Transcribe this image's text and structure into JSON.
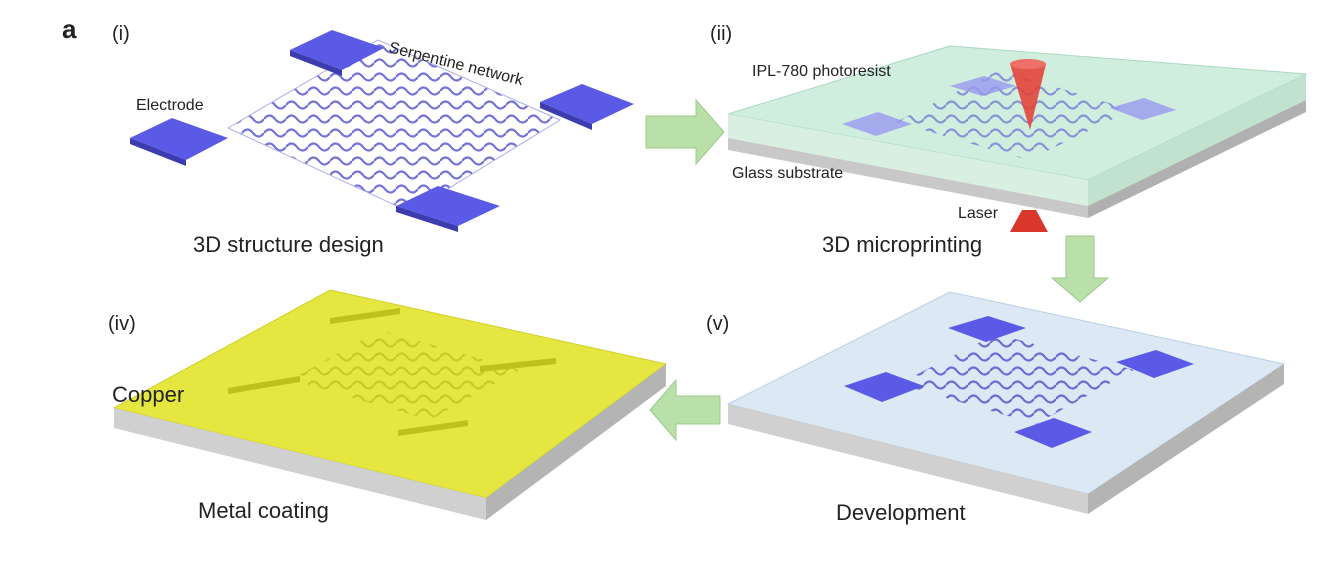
{
  "figure": {
    "panel_letter": "a",
    "steps": [
      {
        "id": "i",
        "label": "(i)",
        "caption": "3D structure design"
      },
      {
        "id": "ii",
        "label": "(ii)",
        "caption": "3D microprinting"
      },
      {
        "id": "v",
        "label": "(v)",
        "caption": "Development"
      },
      {
        "id": "iv",
        "label": "(iv)",
        "caption": "Metal coating"
      }
    ],
    "annotations": {
      "electrode": "Electrode",
      "serpentine_network": "Serpentine network",
      "photoresist": "IPL-780 photoresist",
      "glass_substrate": "Glass substrate",
      "laser": "Laser",
      "copper": "Copper"
    },
    "colors": {
      "electrode": "#5a5ae6",
      "serpentine": "#6b6bd6",
      "photoresist": "#cfeedd",
      "substrate_side": "#c8c8c8",
      "laser": "#e2443a",
      "arrow": "#b8e0a8",
      "development_plate": "#dce9f5",
      "copper_plate": "#e6e640"
    }
  }
}
